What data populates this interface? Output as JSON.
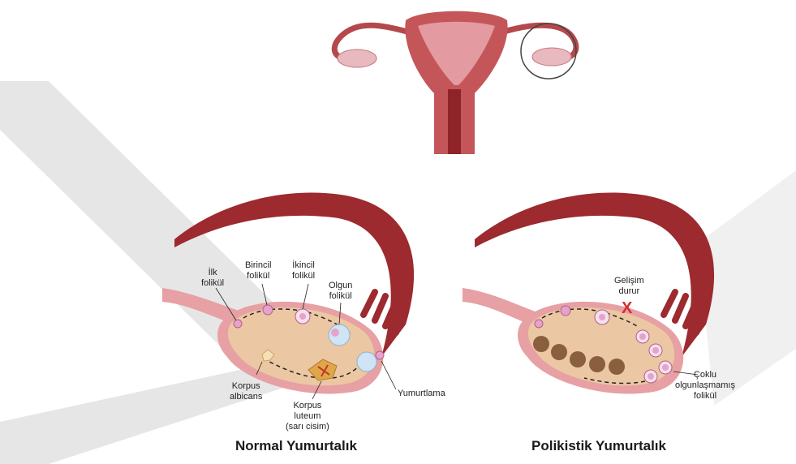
{
  "colors": {
    "watermark": "#e6e6e6",
    "tissue_dark": "#9c2a2e",
    "tissue_mid": "#c4565a",
    "tissue_light": "#e7a0a3",
    "ovary_fill": "#ecc7a3",
    "follicle_pink": "#e6a2c9",
    "follicle_ring": "#cfe4f4",
    "cyst_brown": "#8a5f3f",
    "stop_red": "#d32f2f"
  },
  "normal_ovary": {
    "caption": "Normal Yumurtalık",
    "labels": {
      "primordial": [
        "İlk",
        "folikül"
      ],
      "primary": [
        "Birincil",
        "folikül"
      ],
      "secondary": [
        "İkincil",
        "folikül"
      ],
      "mature": [
        "Olgun",
        "folikül"
      ],
      "ovulation": [
        "Yumurtlama"
      ],
      "corpus_albicans": [
        "Korpus",
        "albicans"
      ],
      "corpus_luteum": [
        "Korpus",
        "luteum",
        "(sarı cisim)"
      ]
    }
  },
  "polycystic_ovary": {
    "caption": "Polikistik Yumurtalık",
    "labels": {
      "development_stops": [
        "Gelişim",
        "durur"
      ],
      "multiple_immature": [
        "Çoklu",
        "olgunlaşmamış",
        "folikül"
      ]
    },
    "stop_mark": "X"
  }
}
